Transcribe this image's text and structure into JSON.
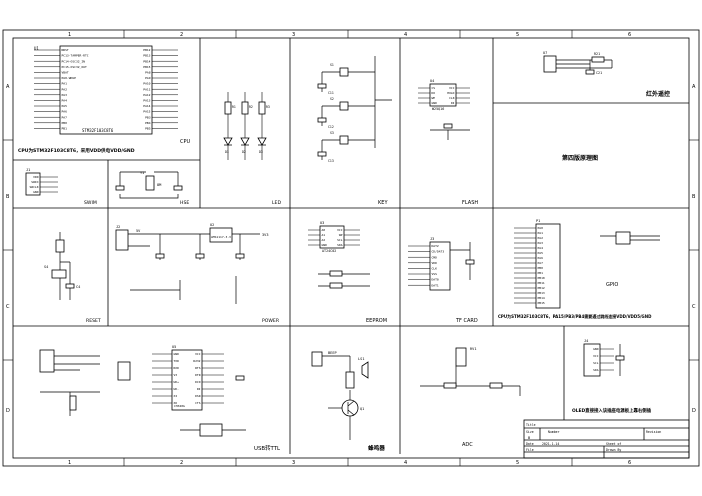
{
  "border": {
    "cols": [
      "1",
      "2",
      "3",
      "4",
      "5",
      "6"
    ],
    "rows": [
      "A",
      "B",
      "C",
      "D"
    ]
  },
  "sections": {
    "cpu": "CPU",
    "cpu_note": "CPU为STM32F103C8T6，采用VDD供电VDD/GND",
    "swim": "SWIM",
    "hse": "HSE",
    "led": "LED",
    "key": "KEY",
    "flash": "FLASH",
    "ir": "红外遥控",
    "title4": "第四版原理图",
    "reset": "RESET",
    "power": "POWER",
    "eeprom": "EEPROM",
    "tf_card": "TF CARD",
    "gpio": "GPIO",
    "gpio_note": "CPU为STM32F103C8T6，PA15/PB3/PB4需要通过跳线连接VDD/VDD5/GND",
    "usb_ttl": "USB转TTL",
    "buzzer": "蜂鸣器",
    "adc": "ADC",
    "oled_note": "OLED直接接入该插座电源板上靠右侧插"
  },
  "components": {
    "mcu_ref": "U1",
    "mcu_pins_left": [
      "NRST",
      "PC13-TAMPER-RTC",
      "PC14-OSC32_IN",
      "PC15-OSC32_OUT",
      "VBAT",
      "PA0-WKUP",
      "PA1",
      "PA2",
      "PA3",
      "PA4",
      "PA5",
      "PA6",
      "PA7",
      "PB0",
      "PB1"
    ],
    "mcu_pins_right": [
      "PB12",
      "PB13",
      "PB14",
      "PB15",
      "PA8",
      "PA9",
      "PA10",
      "PA11",
      "PA12",
      "PA13",
      "PA14",
      "PA15",
      "PB3",
      "PB4",
      "PB5"
    ],
    "mcu_part": "STM32F103C8T6",
    "swim_ref": "J1",
    "swim_pins": [
      "VDD",
      "SWIO",
      "SWCLK",
      "GND"
    ],
    "crystal_ref": "Y1",
    "crystal_value": "8M",
    "led_refs": [
      "D1",
      "D2",
      "D3"
    ],
    "led_resistors": [
      "R1",
      "R2",
      "R3"
    ],
    "key_refs": [
      "S1",
      "S2",
      "S3"
    ],
    "key_caps": [
      "C11",
      "C12",
      "C13"
    ],
    "flash_ref": "U4",
    "flash_pins_left": [
      "CS",
      "DO",
      "WP",
      "GND"
    ],
    "flash_pins_right": [
      "VCC",
      "HOLD",
      "CLK",
      "DI"
    ],
    "flash_part": "W25Q16",
    "ir_ref": "U7",
    "ir_resistor": "R21",
    "ir_cap": "C21",
    "reset_ref": "S4",
    "reset_cap": "C4",
    "power_usb": "J2",
    "power_ldo": "U2",
    "power_ldo_part": "AMS1117-3.3",
    "power_vout": "3V3",
    "power_vin": "5V",
    "eeprom_ref": "U3",
    "eeprom_pins_left": [
      "A0",
      "A1",
      "A2",
      "GND"
    ],
    "eeprom_pins_right": [
      "VCC",
      "WP",
      "SCL",
      "SDA"
    ],
    "eeprom_part": "AT24C02",
    "tf_ref": "J3",
    "tf_pins": [
      "DAT2",
      "CD/DAT3",
      "CMD",
      "VDD",
      "CLK",
      "VSS",
      "DAT0",
      "DAT1"
    ],
    "gpio_ref": "P1",
    "gpio_pins": [
      "PA0",
      "PA1",
      "PA2",
      "PA3",
      "PA4",
      "PA5",
      "PA6",
      "PA7",
      "PB0",
      "PB1",
      "PB10",
      "PB11",
      "PB12",
      "PB13",
      "PB14",
      "PB15"
    ],
    "usb_chip": "U5",
    "usb_chip_part": "CH340G",
    "usb_pins_left": [
      "GND",
      "TXD",
      "RXD",
      "V3",
      "UD+",
      "UD-",
      "XI",
      "XO"
    ],
    "usb_pins_right": [
      "VCC",
      "R232",
      "RTS",
      "DTR",
      "DCD",
      "RI",
      "DSR",
      "CTS"
    ],
    "buzzer_ref": "LS1",
    "buzzer_q": "Q1",
    "buzzer_net": "BEEP",
    "adc_ref": "RV1",
    "oled_ref": "J4",
    "oled_pins": [
      "GND",
      "VCC",
      "SCL",
      "SDA"
    ]
  },
  "title_block": {
    "title_label": "Title",
    "size_label": "Size",
    "size_value": "B",
    "number_label": "Number",
    "revision_label": "Revision",
    "date_label": "Date",
    "date_value": "2021-1-14",
    "file_label": "File",
    "sheet_label": "Sheet of",
    "drawn_label": "Drawn By"
  }
}
